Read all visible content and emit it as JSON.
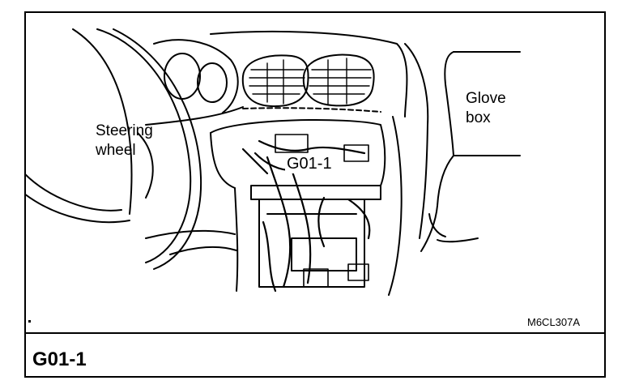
{
  "labels": {
    "steering_wheel_line1": "Steering",
    "steering_wheel_line2": "wheel",
    "glove_box_line1": "Glove",
    "glove_box_line2": "box",
    "connector": "G01-1"
  },
  "figure_code": "M6CL307A",
  "figure_title": "G01-1"
}
